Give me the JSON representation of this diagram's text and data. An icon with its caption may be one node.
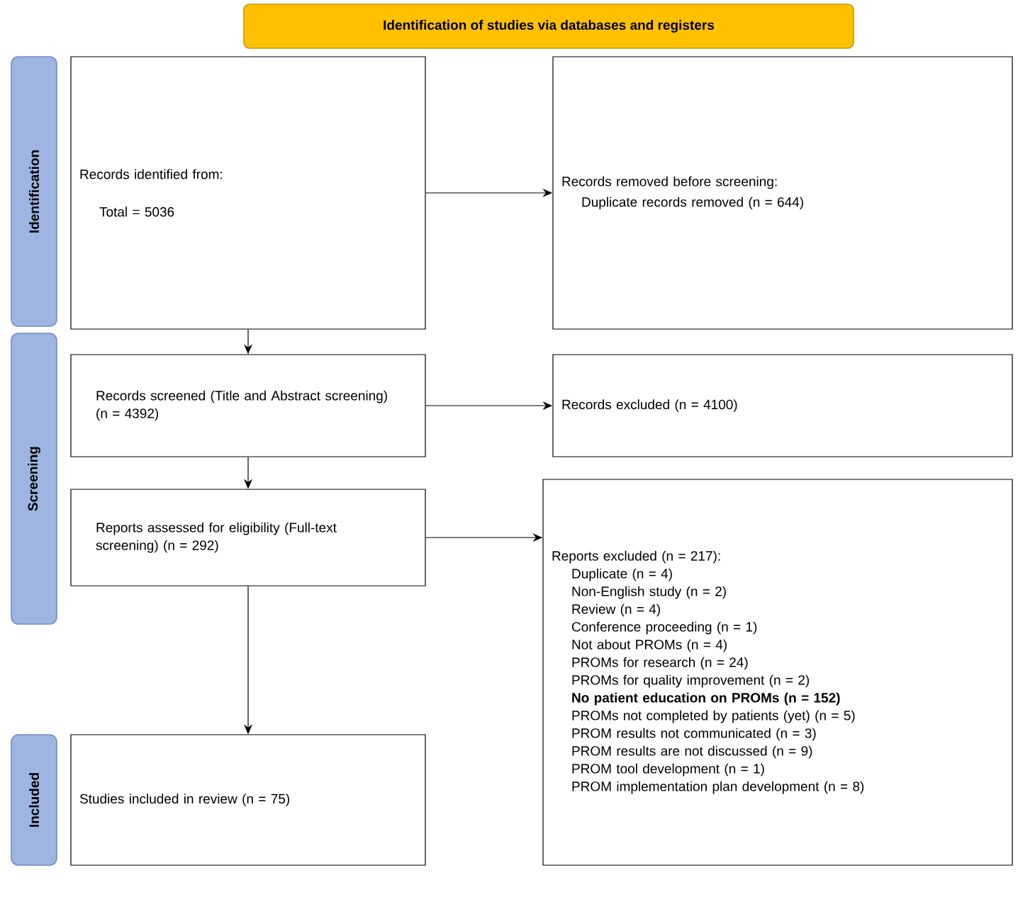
{
  "diagram": {
    "nodes": [
      {
        "text": [
          "Identification of studies via databases and registers"
        ]
      },
      {
        "text": [
          "Identification"
        ]
      },
      {
        "text": [
          "Screening"
        ]
      },
      {
        "text": [
          "Included"
        ]
      },
      {
        "text": [
          "Records identified from:",
          "Total = 5036"
        ]
      },
      {
        "text": [
          "Records removed before screening:",
          "Duplicate records removed (n = 644)"
        ]
      },
      {
        "text": [
          "Records screened (Title and Abstract screening) (n = 4392)"
        ]
      },
      {
        "text": [
          "Records excluded (n = 4100)"
        ]
      },
      {
        "text": [
          "Reports assessed for eligibility (Full-text screening) (n = 292)"
        ]
      },
      {
        "text": [
          "Reports excluded (n = 217):",
          "Duplicate (n = 4)",
          "Non-English study (n = 2)",
          "Review (n = 4)",
          "Conference proceeding (n = 1)",
          "Not about PROMs (n = 4)",
          "PROMs for research (n = 24)",
          "PROMs for quality improvement (n = 2)",
          "No patient education on PROMs (n = 152)",
          "PROMs not completed by patients (yet) (n = 5)",
          "PROM results not communicated (n = 3)",
          "PROM results are not discussed (n = 9)",
          "PROM tool development (n = 1)",
          "PROM implementation plan development (n = 8)"
        ]
      },
      {
        "text": [
          "Studies included in review (n = 75)"
        ]
      }
    ],
    "edges": [
      {
        "from": 4,
        "to": 5,
        "arrow": "to"
      },
      {
        "from": 4,
        "to": 6,
        "arrow": "to"
      },
      {
        "from": 6,
        "to": 7,
        "arrow": "to"
      },
      {
        "from": 6,
        "to": 8,
        "arrow": "to"
      },
      {
        "from": 8,
        "to": 9,
        "arrow": "to"
      },
      {
        "from": 8,
        "to": 10,
        "arrow": "to"
      }
    ]
  }
}
